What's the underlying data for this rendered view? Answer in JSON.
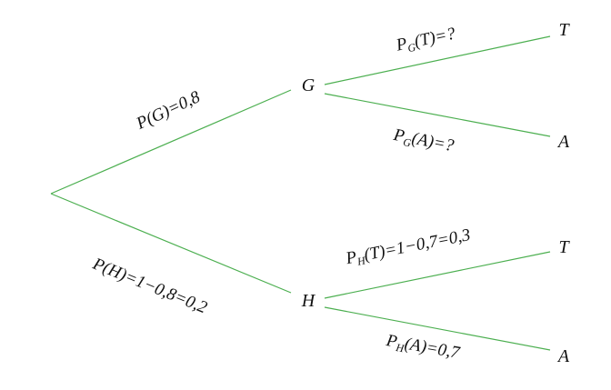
{
  "colors": {
    "branch": "#4caf50",
    "text": "#111111"
  },
  "nodes": {
    "g": "G",
    "h": "H",
    "gt": "T",
    "ga": "A",
    "ht": "T",
    "ha": "A"
  },
  "labels": {
    "pg": "P(G)=0,8",
    "ph": "P(H)=1−0,8=0,2",
    "pg_t": {
      "p": "P",
      "sub": "G",
      "rest": "(T)=?"
    },
    "pg_a": {
      "p": "P",
      "sub": "G",
      "rest": "(A)=?"
    },
    "ph_t": {
      "p": "P",
      "sub": "H",
      "rest": "(T)=1−0,7=0,3"
    },
    "ph_a": {
      "p": "P",
      "sub": "H",
      "rest": "(A)=0,7"
    }
  }
}
